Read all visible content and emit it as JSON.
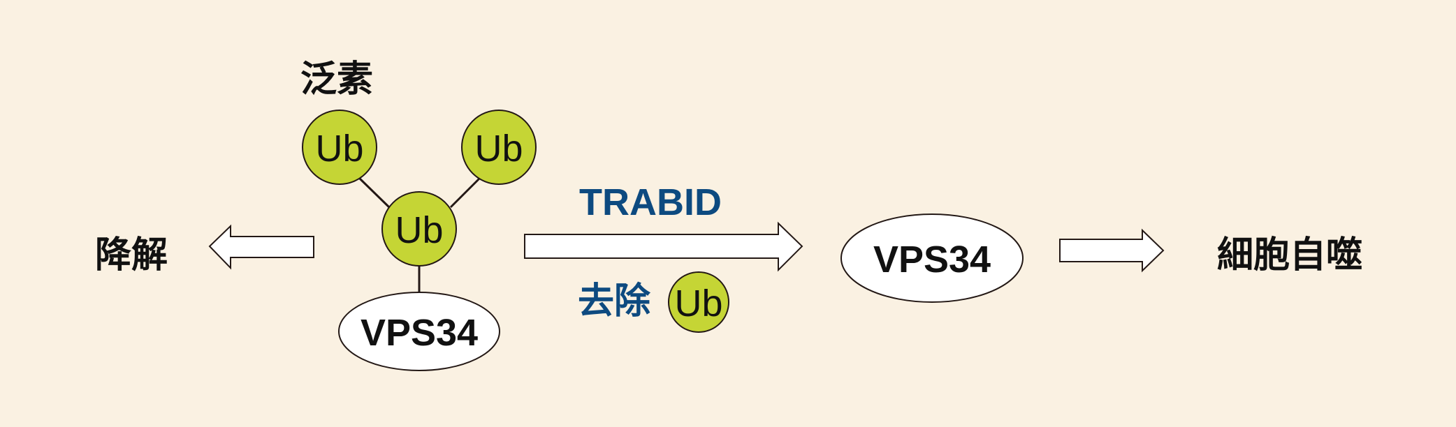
{
  "colors": {
    "background": "#faf1e2",
    "ubiquitin_fill": "#c5d535",
    "accent_blue": "#0d4a80",
    "stroke": "#231815"
  },
  "labels": {
    "ubiquitin": "泛素",
    "degradation": "降解",
    "enzyme": "TRABID",
    "remove": "去除",
    "autophagy": "細胞自噬"
  },
  "nodes": {
    "ub_top_left": "Ub",
    "ub_top_right": "Ub",
    "ub_center": "Ub",
    "ub_removed": "Ub",
    "vps34_left": "VPS34",
    "vps34_right": "VPS34"
  }
}
